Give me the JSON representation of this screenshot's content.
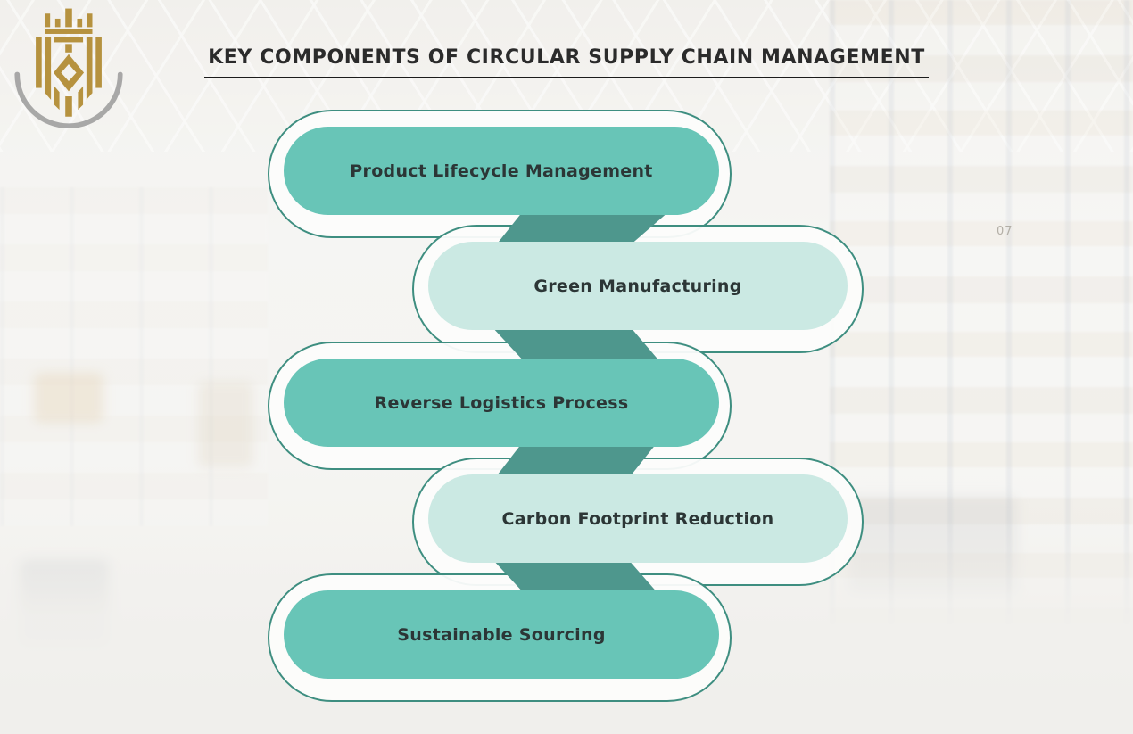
{
  "header": {
    "title": "KEY COMPONENTS OF CIRCULAR SUPPLY CHAIN MANAGEMENT",
    "title_color": "#2b2b2b",
    "underline_color": "#1c1c1c"
  },
  "logo": {
    "icon": "gold-crown-emblem-icon",
    "colors": {
      "gold": "#b6923f",
      "silver": "#9a9a9a"
    }
  },
  "diagram": {
    "items": [
      {
        "label": "Product Lifecycle Management",
        "variant": "teal",
        "align": "left"
      },
      {
        "label": "Green Manufacturing",
        "variant": "mint",
        "align": "right"
      },
      {
        "label": "Reverse Logistics Process",
        "variant": "teal",
        "align": "left"
      },
      {
        "label": "Carbon Footprint Reduction",
        "variant": "mint",
        "align": "right"
      },
      {
        "label": "Sustainable Sourcing",
        "variant": "teal",
        "align": "left"
      }
    ],
    "colors": {
      "teal_fill": "#68c5b7",
      "mint_fill": "#cbe9e3",
      "connector_band": "#4e978d",
      "outline_stroke": "#3e8e80",
      "label_text": "#2c3636"
    }
  },
  "background": {
    "rack_label": "07"
  }
}
